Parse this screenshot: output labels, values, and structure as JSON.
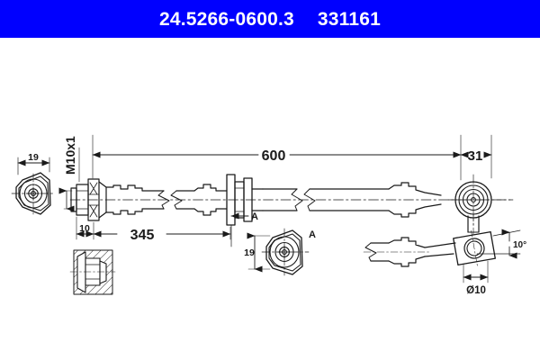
{
  "header": {
    "part_number": "24.5266-0600.3",
    "reference_number": "331161",
    "background_color": "#0000FF",
    "text_color": "#FFFFFF"
  },
  "drawing": {
    "title": "Brake hose technical drawing",
    "line_color": "#1a1a1a",
    "background_color": "#FFFFFF",
    "dimensions": {
      "overall_length": "600",
      "end_length": "31",
      "mid_length": "345",
      "offset_length": "10",
      "hex_width_left": "19",
      "hex_width_section": "19",
      "thread": "M10x1",
      "eye_diameter": "Ø10",
      "bend_angle": "10°"
    },
    "section_marks": {
      "cut_label_main": "A",
      "cut_label_view": "A"
    },
    "views": [
      {
        "name": "left-end-face-view",
        "label": "19"
      },
      {
        "name": "main-assembly-view",
        "label": "600"
      },
      {
        "name": "section-a-a-view",
        "label": "A"
      },
      {
        "name": "bracket-cross-section-view",
        "label": ""
      },
      {
        "name": "right-end-detail-view",
        "label": "Ø10"
      }
    ]
  }
}
